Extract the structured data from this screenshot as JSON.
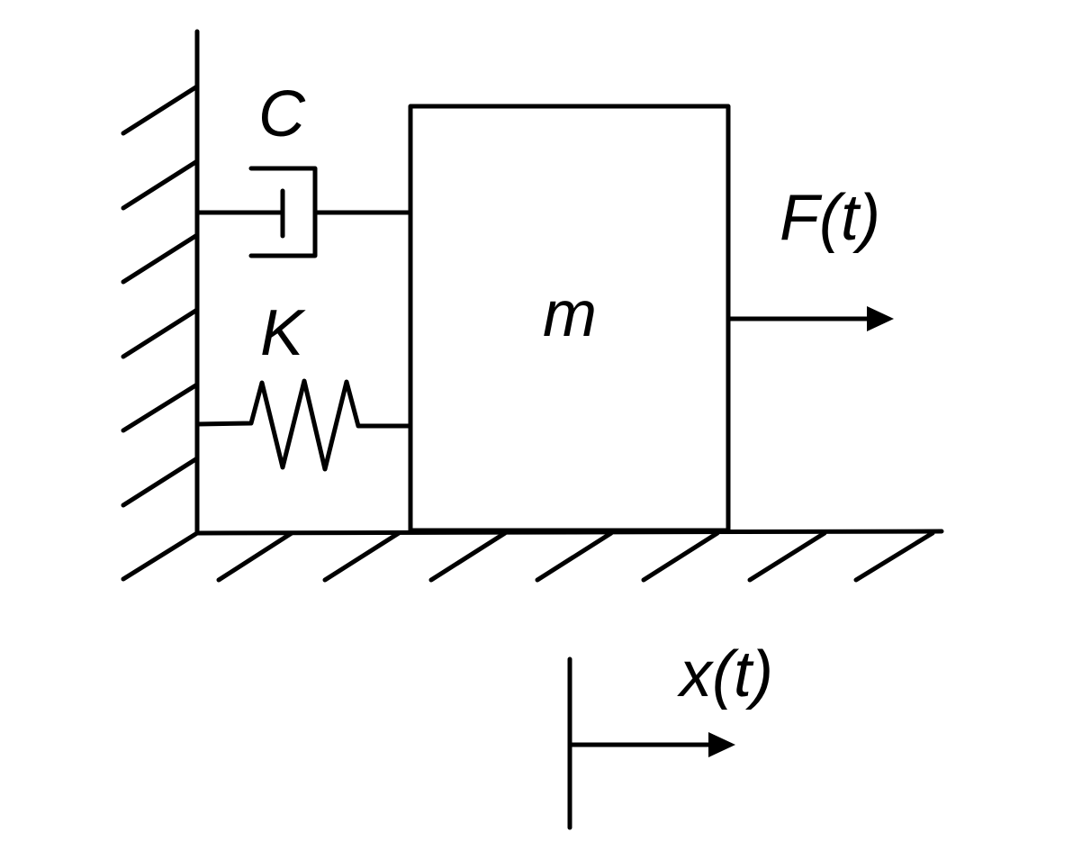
{
  "labels": {
    "damper": "C",
    "spring": "K",
    "mass": "m",
    "force": "F(t)",
    "displacement": "x(t)"
  },
  "colors": {
    "stroke": "#000000",
    "background": "#ffffff"
  }
}
